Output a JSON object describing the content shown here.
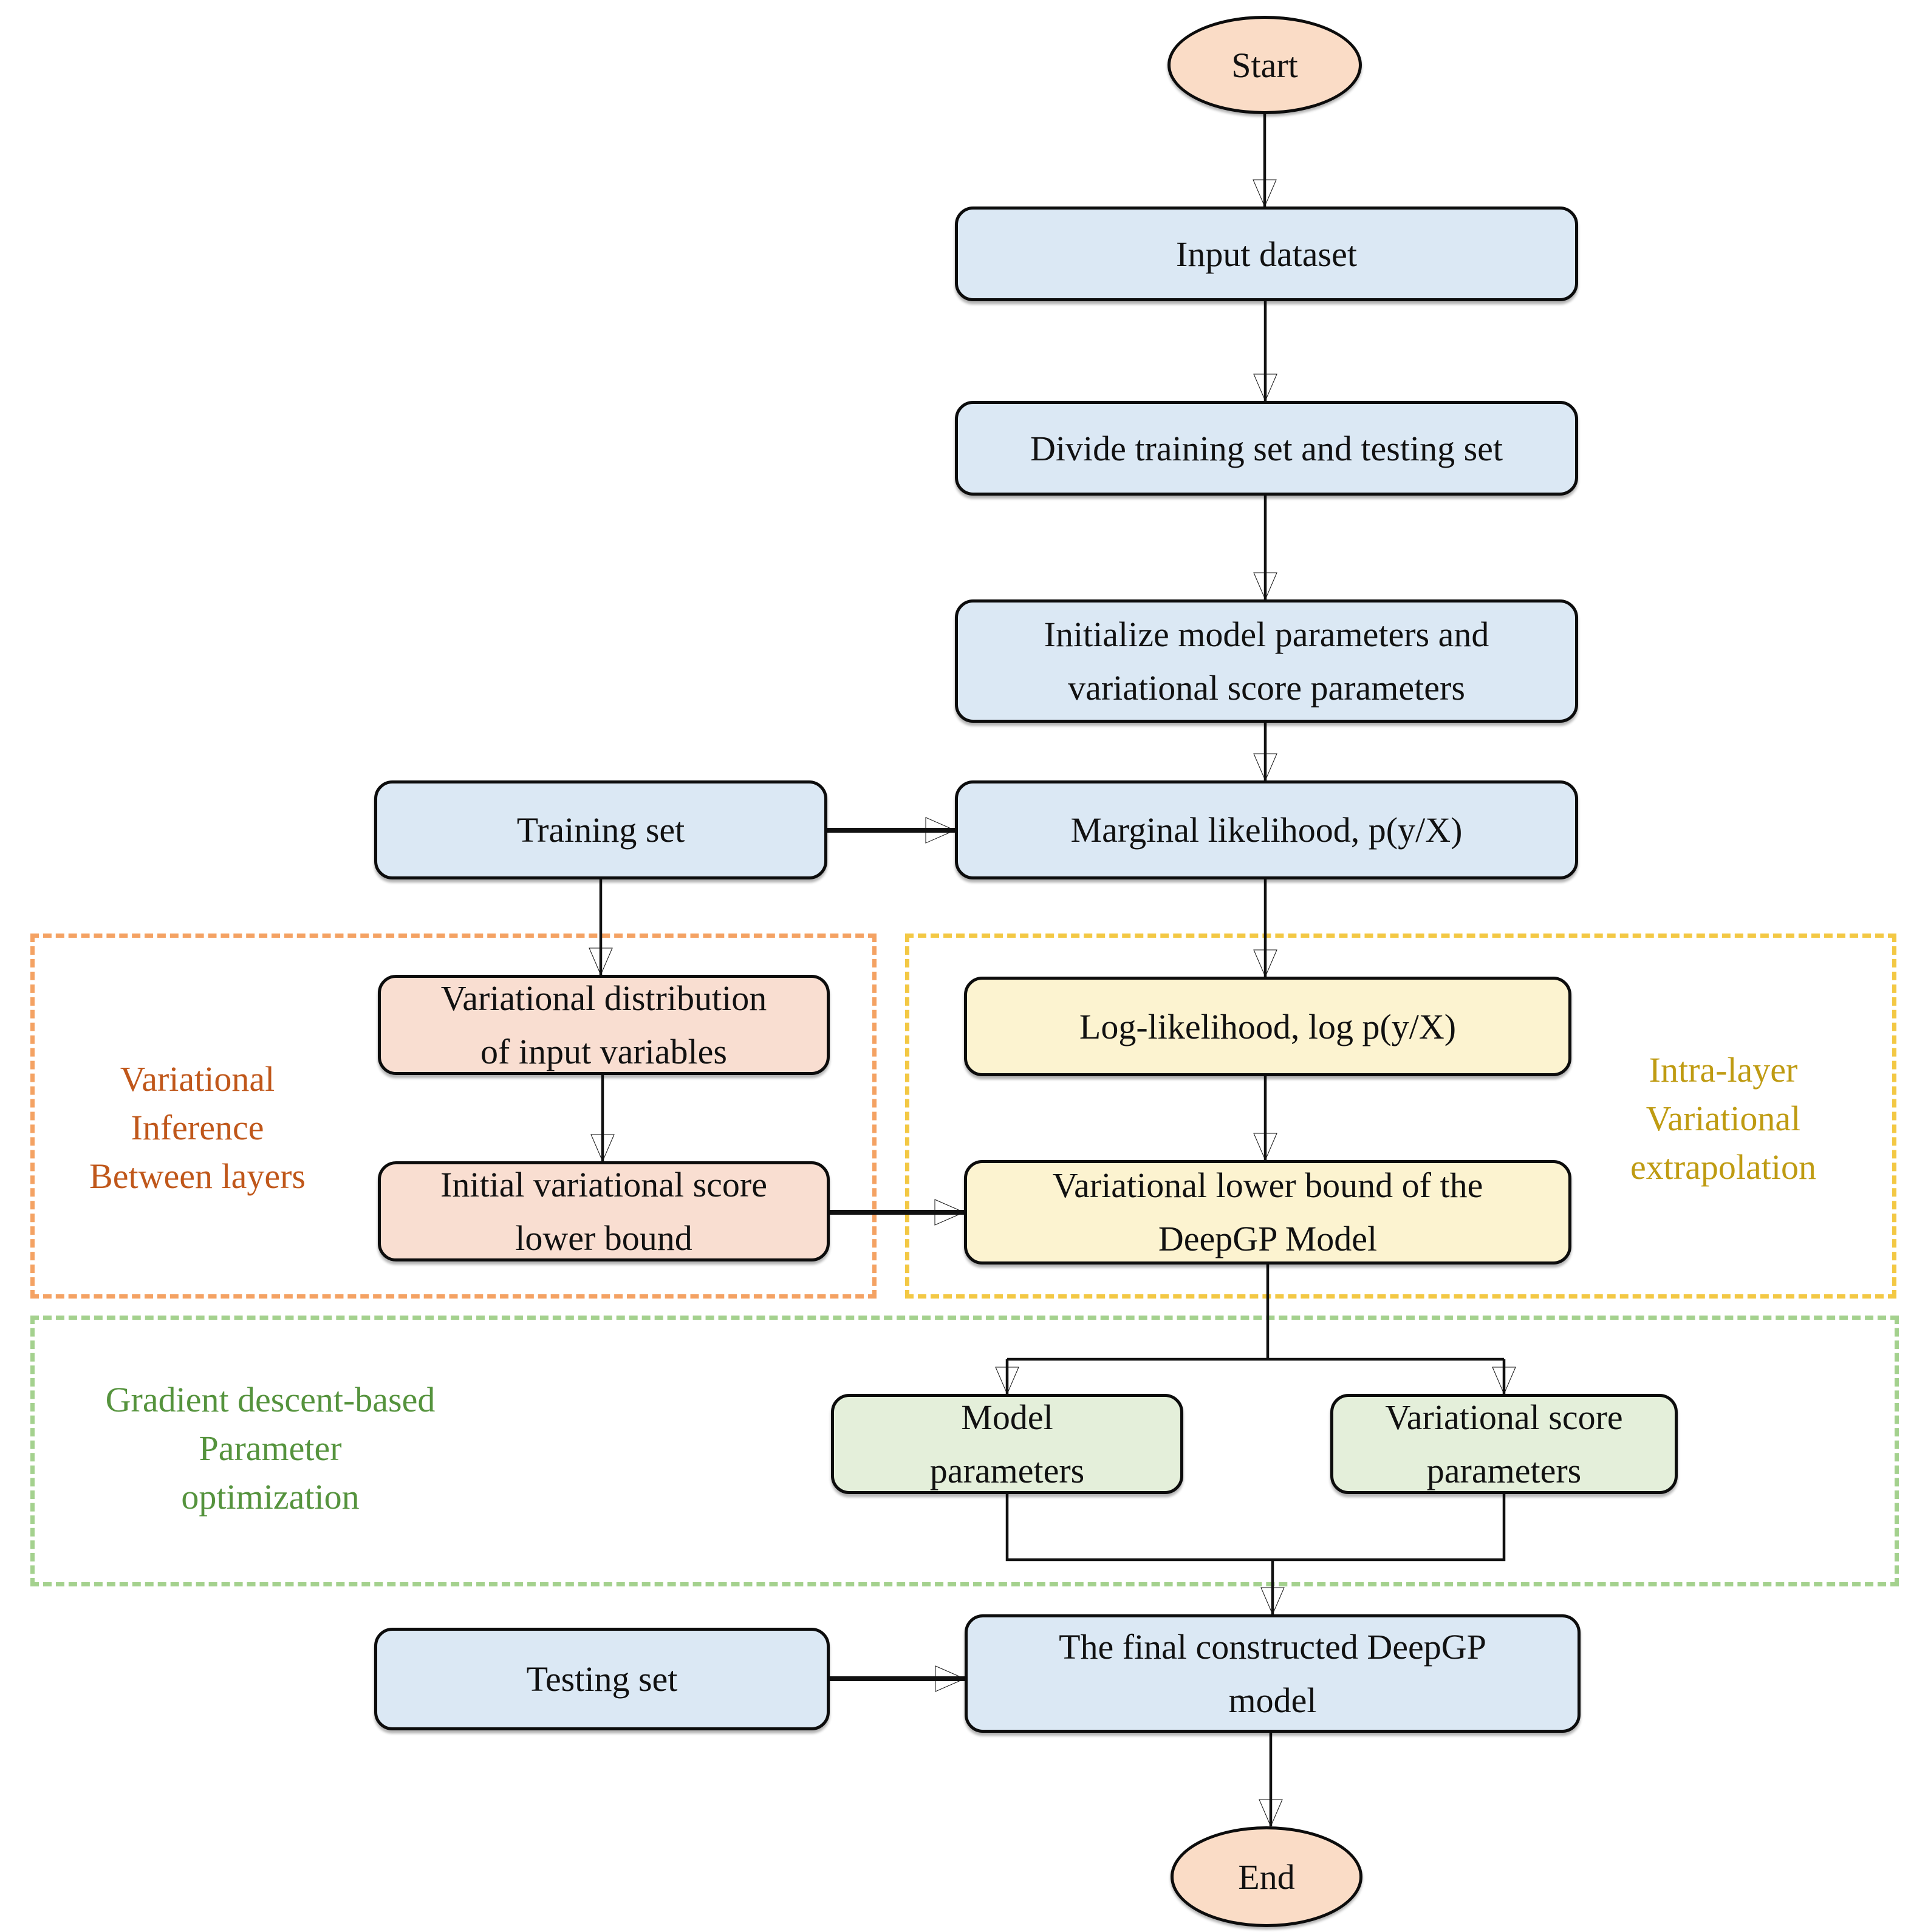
{
  "nodes": {
    "start": {
      "label": "Start"
    },
    "input_dataset": {
      "label": "Input dataset"
    },
    "divide": {
      "label": "Divide training set and testing set"
    },
    "initialize": {
      "lines": [
        "Initialize model parameters and",
        "variational score parameters"
      ]
    },
    "training_set": {
      "label": "Training set"
    },
    "marginal": {
      "label": "Marginal likelihood, p(y/X)"
    },
    "variational_distribution": {
      "lines": [
        "Variational distribution",
        "of input variables"
      ]
    },
    "log_likelihood": {
      "label": "Log-likelihood, log p(y/X)"
    },
    "initial_variational_score": {
      "lines": [
        "Initial variational score",
        "lower bound"
      ]
    },
    "variational_lower_bound": {
      "lines": [
        "Variational lower bound of the",
        "DeepGP Model"
      ]
    },
    "model_parameters": {
      "lines": [
        "Model",
        "parameters"
      ]
    },
    "variational_score_parameters": {
      "lines": [
        "Variational score",
        "parameters"
      ]
    },
    "testing_set": {
      "label": "Testing set"
    },
    "final_model": {
      "lines": [
        "The final constructed DeepGP",
        "model"
      ]
    },
    "end": {
      "label": "End"
    }
  },
  "regions": {
    "variational_inference": {
      "lines": [
        "Variational",
        "Inference",
        "Between layers"
      ],
      "text_color": "#c0571a",
      "border_color": "#f4a263"
    },
    "intra_layer": {
      "lines": [
        "Intra-layer",
        "Variational",
        "extrapolation"
      ],
      "text_color": "#bf9b12",
      "border_color": "#f3c844"
    },
    "gradient_descent": {
      "lines": [
        "Gradient descent-based",
        "Parameter",
        "optimization"
      ],
      "text_color": "#55933d",
      "border_color": "#a4d18e"
    }
  },
  "colors": {
    "terminal_fill": "#fadcc6",
    "process_fill": "#dbe8f4",
    "between_layers_fill": "#f9ded1",
    "intra_layer_fill": "#fcf3d0",
    "optimization_fill": "#e4efda",
    "stroke": "#0c0c0c",
    "background": "#ffffff"
  }
}
